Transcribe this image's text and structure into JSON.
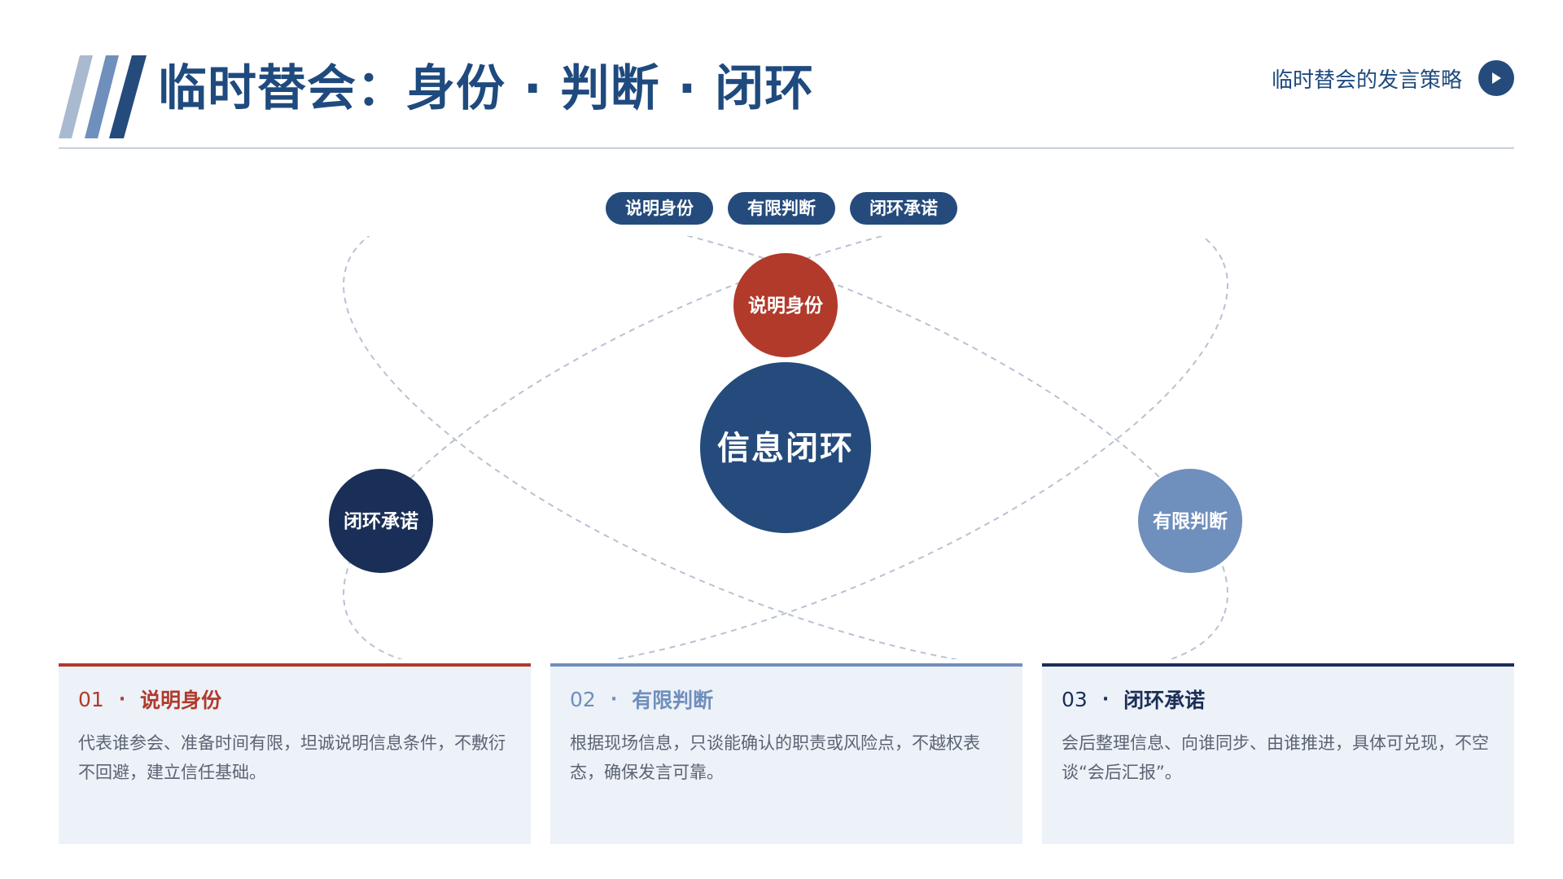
{
  "header": {
    "title": "临时替会：身份 · 判断 · 闭环",
    "subtitle": "临时替会的发言策略"
  },
  "pills": [
    "说明身份",
    "有限判断",
    "闭环承诺"
  ],
  "diagram": {
    "center": "信息闭环",
    "nodes": {
      "top": "说明身份",
      "left": "闭环承诺",
      "right": "有限判断"
    }
  },
  "cards": [
    {
      "num": "01",
      "sep": "·",
      "title": "说明身份",
      "desc": "代表谁参会、准备时间有限，坦诚说明信息条件，不敷衍不回避，建立信任基础。"
    },
    {
      "num": "02",
      "sep": "·",
      "title": "有限判断",
      "desc": "根据现场信息，只谈能确认的职责或风险点，不越权表态，确保发言可靠。"
    },
    {
      "num": "03",
      "sep": "·",
      "title": "闭环承诺",
      "desc": "会后整理信息、向谁同步、由谁推进，具体可兑现，不空谈“会后汇报”。"
    }
  ],
  "colors": {
    "navy": "#254b7c",
    "dark_navy": "#1a2f57",
    "red": "#b13a2b",
    "light_blue": "#6f8fbc",
    "card_bg": "#edf1f8"
  },
  "icons": {
    "play": "play-icon",
    "slashes": "slash-stripes-icon"
  }
}
